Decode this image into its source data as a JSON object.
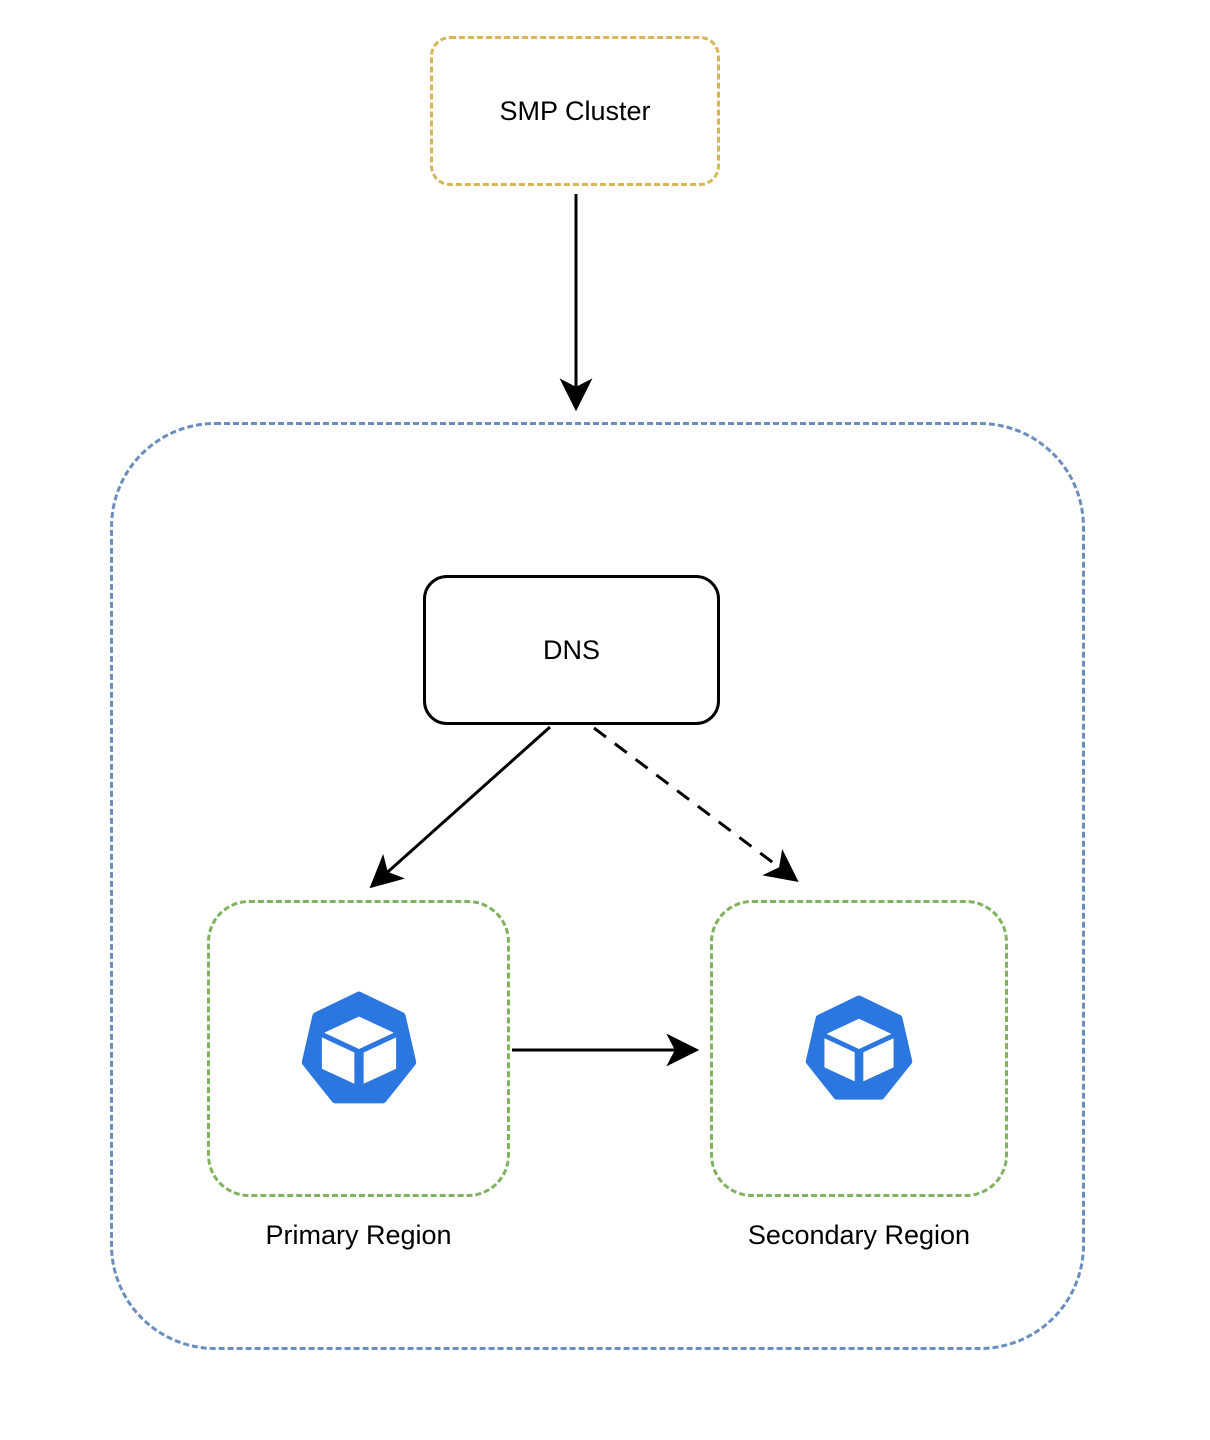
{
  "diagram": {
    "nodes": {
      "smp_cluster": {
        "label": "SMP Cluster",
        "shape": "rounded-rect",
        "border_style": "dashed",
        "border_color": "#D6B656"
      },
      "regions_container": {
        "label": "",
        "shape": "rounded-rect",
        "border_style": "dashed",
        "border_color": "#6C8EBF"
      },
      "dns": {
        "label": "DNS",
        "shape": "rounded-rect",
        "border_style": "solid",
        "border_color": "#000000"
      },
      "primary_region": {
        "label": "Primary Region",
        "shape": "rounded-rect",
        "border_style": "dashed",
        "border_color": "#7FB35F",
        "icon": "cube-heptagon-icon"
      },
      "secondary_region": {
        "label": "Secondary Region",
        "shape": "rounded-rect",
        "border_style": "dashed",
        "border_color": "#7FB35F",
        "icon": "cube-heptagon-icon"
      }
    },
    "edges": [
      {
        "id": "smp-to-container",
        "from": "smp_cluster",
        "to": "regions_container",
        "style": "solid",
        "arrowhead": "filled-notched"
      },
      {
        "id": "dns-to-primary",
        "from": "dns",
        "to": "primary_region",
        "style": "solid",
        "arrowhead": "filled-notched"
      },
      {
        "id": "dns-to-secondary",
        "from": "dns",
        "to": "secondary_region",
        "style": "dashed",
        "arrowhead": "filled-notched"
      },
      {
        "id": "primary-to-secondary",
        "from": "primary_region",
        "to": "secondary_region",
        "style": "solid",
        "arrowhead": "filled-notched"
      }
    ],
    "colors": {
      "smp_border": "#D6B656",
      "container_border": "#6C8EBF",
      "region_border": "#7FB35F",
      "dns_border": "#000000",
      "icon_fill": "#2B76DF",
      "icon_cube": "#FFFFFF",
      "edge_stroke": "#000000",
      "label_text": "#000000",
      "background": "#FFFFFF"
    }
  }
}
